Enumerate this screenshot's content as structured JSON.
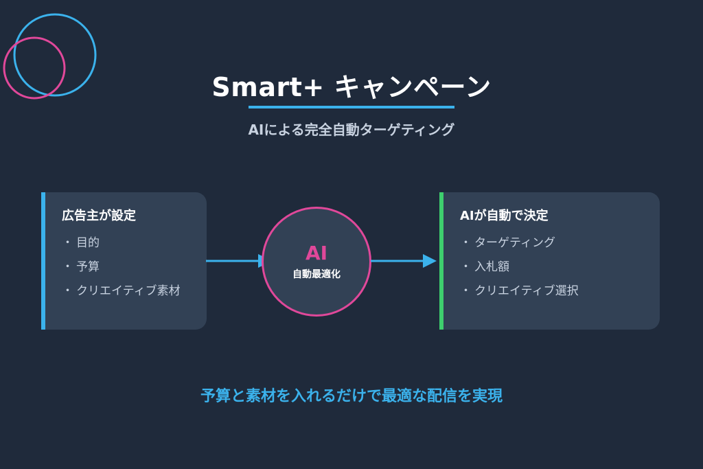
{
  "title": "Smart+ キャンペーン",
  "subtitle": "AIによる完全自動ターゲティング",
  "colors": {
    "background": "#1f2a3b",
    "box": "#324155",
    "accent_blue": "#3bb2ec",
    "accent_pink": "#e0489a",
    "accent_green": "#3ecf6e"
  },
  "left_box": {
    "title": "広告主が設定",
    "bullet": "・",
    "items": [
      "目的",
      "予算",
      "クリエイティブ素材"
    ]
  },
  "center": {
    "label": "AI",
    "sublabel": "自動最適化"
  },
  "right_box": {
    "title": "AIが自動で決定",
    "bullet": "・",
    "items": [
      "ターゲティング",
      "入札額",
      "クリエイティブ選択"
    ]
  },
  "footer": "予算と素材を入れるだけで最適な配信を実現"
}
